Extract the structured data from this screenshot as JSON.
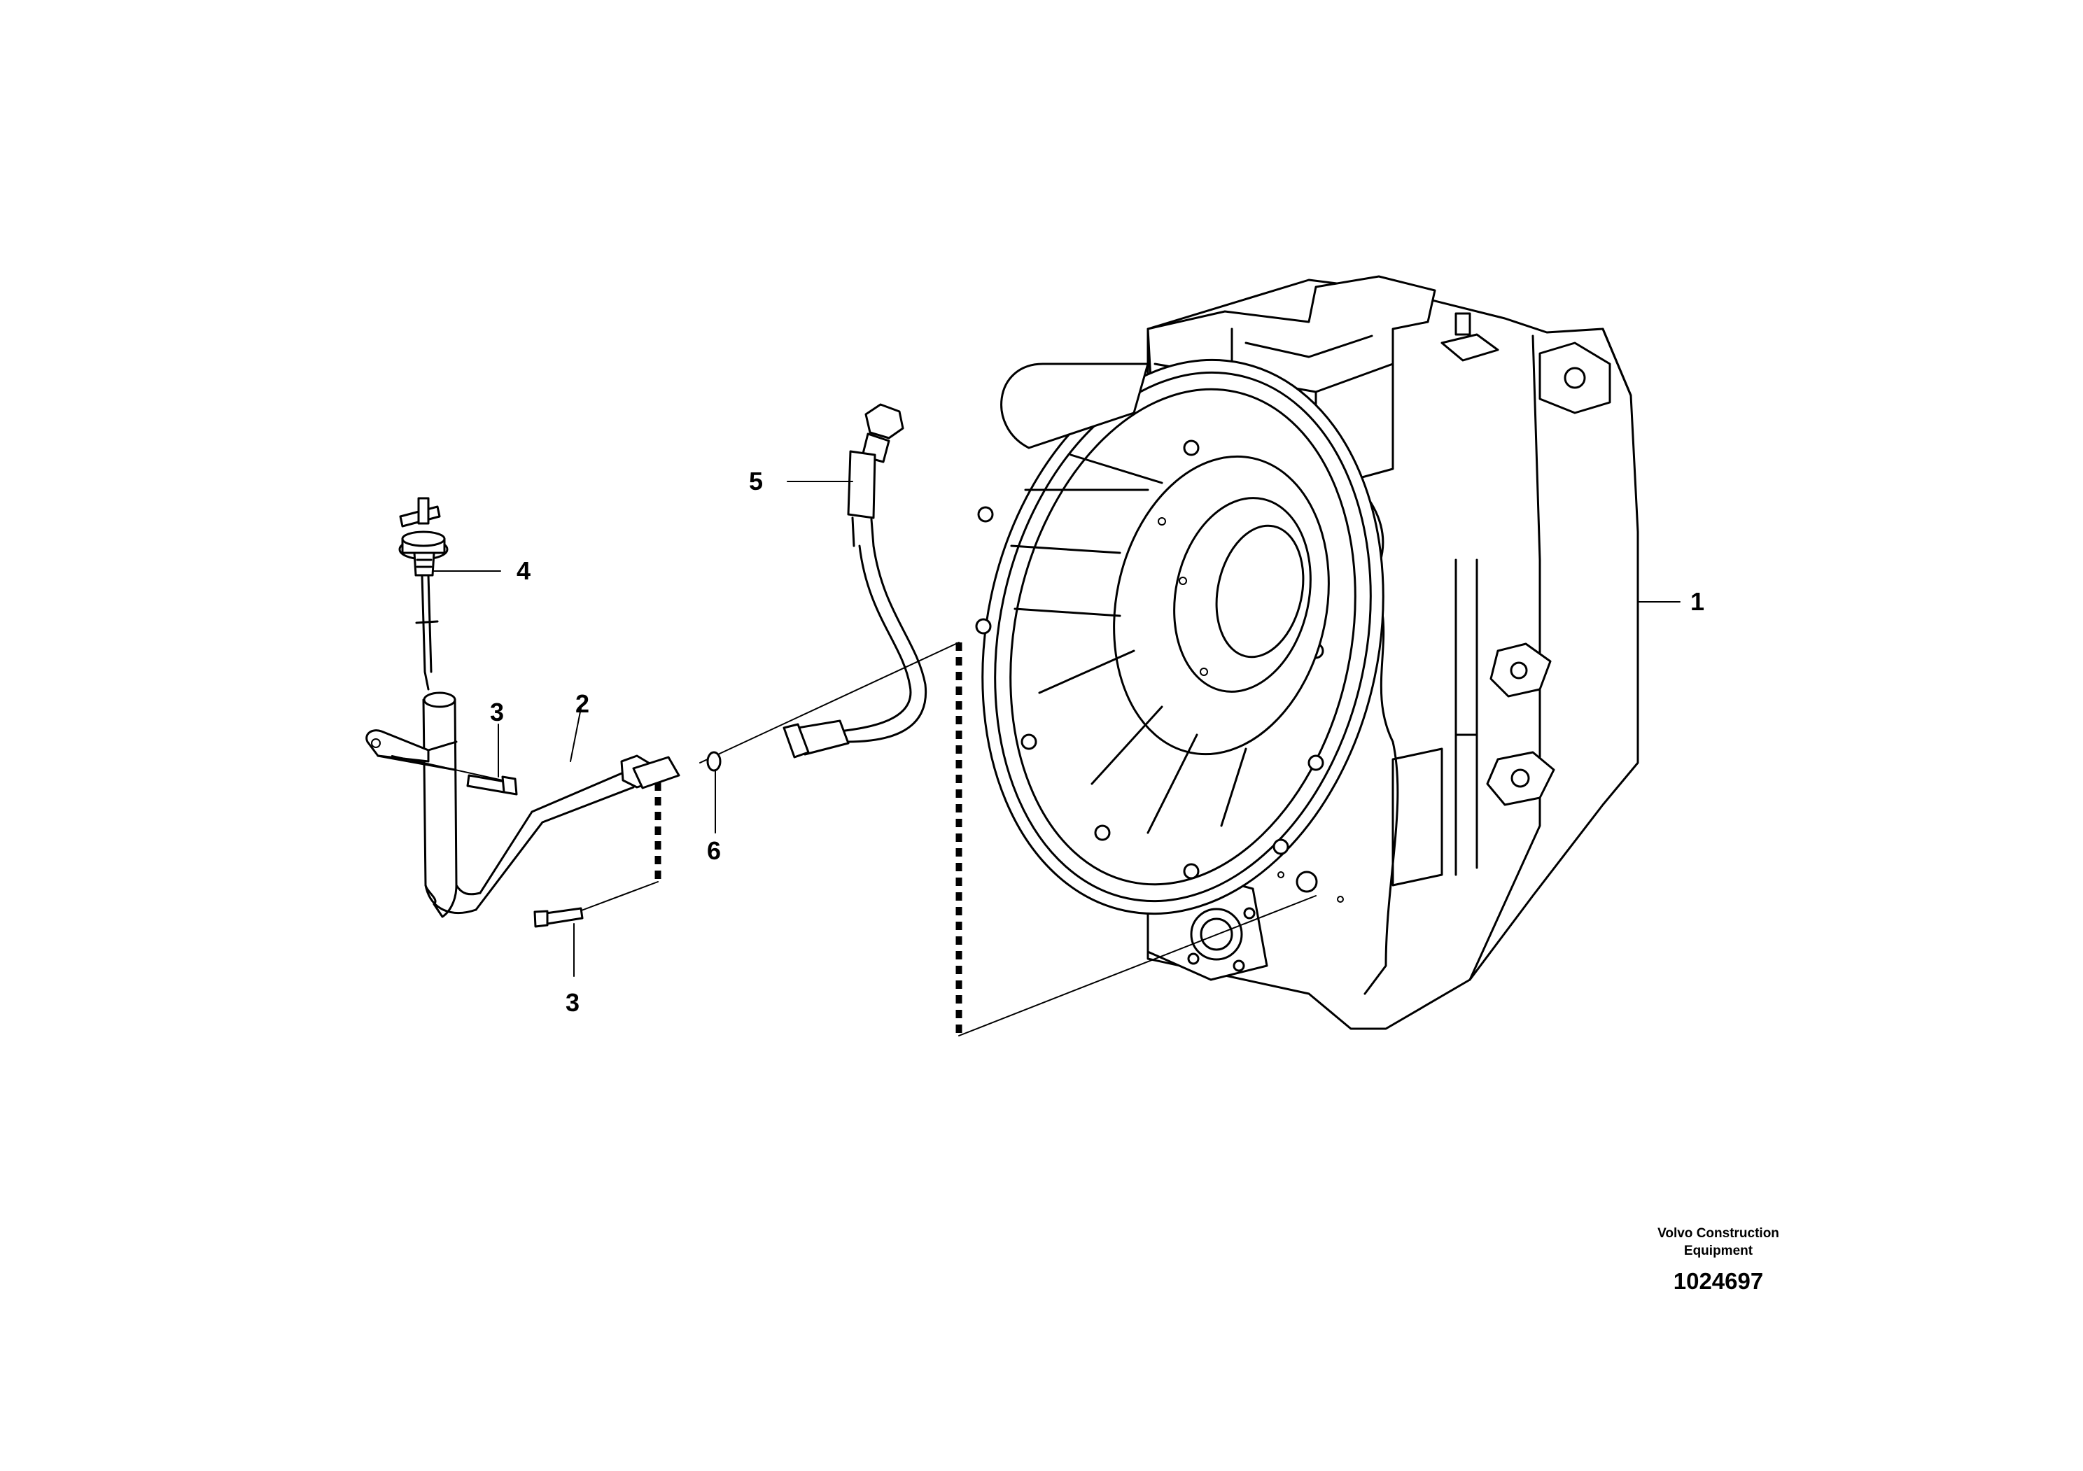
{
  "diagram": {
    "callouts": [
      {
        "id": "c1",
        "label": "1",
        "part": "transmission-housing"
      },
      {
        "id": "c2",
        "label": "2",
        "part": "oil-filler-pipe"
      },
      {
        "id": "c3a",
        "label": "3",
        "part": "screw"
      },
      {
        "id": "c3b",
        "label": "3",
        "part": "screw"
      },
      {
        "id": "c4",
        "label": "4",
        "part": "dipstick"
      },
      {
        "id": "c5",
        "label": "5",
        "part": "hose"
      },
      {
        "id": "c6",
        "label": "6",
        "part": "o-ring"
      }
    ]
  },
  "credit": {
    "line1": "Volvo Construction",
    "line2": "Equipment",
    "drawing_number": "1024697"
  }
}
